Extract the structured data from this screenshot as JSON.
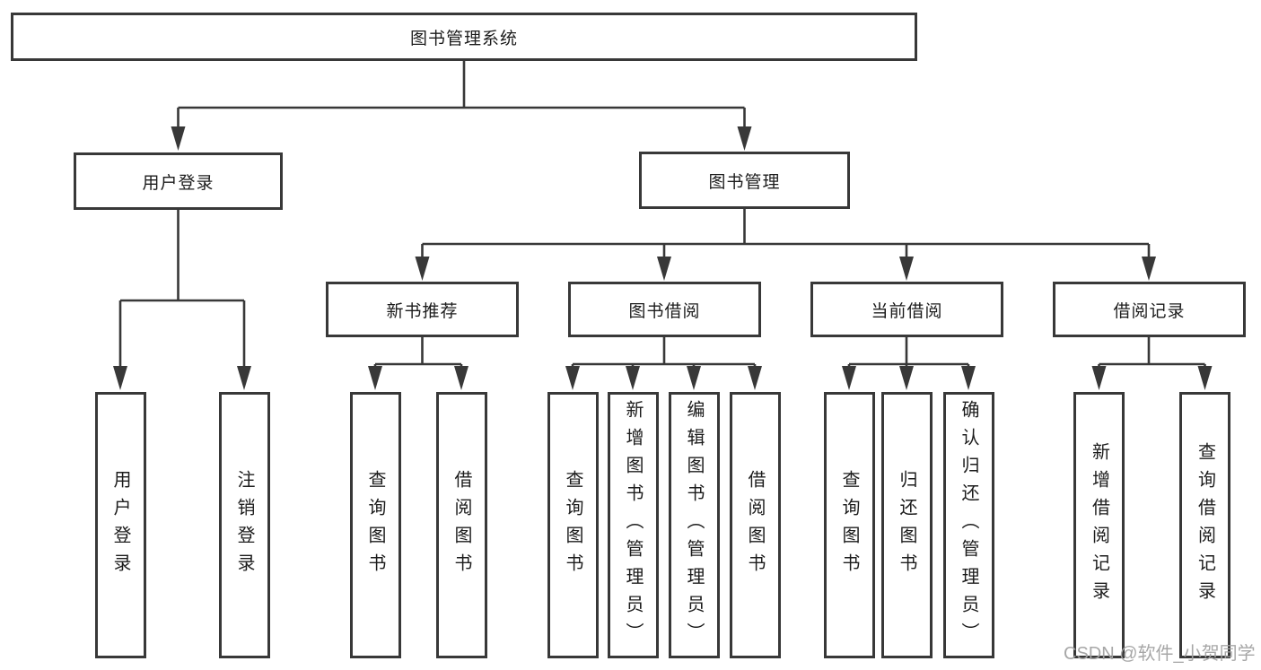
{
  "nodes": {
    "root": "图书管理系统",
    "user_login": "用户登录",
    "book_mgmt": "图书管理",
    "new_book_rec": "新书推荐",
    "book_borrow": "图书借阅",
    "current_borrow": "当前借阅",
    "borrow_record": "借阅记录",
    "leaf_user_login": "用户登录",
    "leaf_logout": "注销登录",
    "leaf_query_book_rec": "查询图书",
    "leaf_borrow_book_rec": "借阅图书",
    "leaf_query_book_borrow": "查询图书",
    "leaf_add_book_admin": "新增图书（管理员）",
    "leaf_edit_book_admin": "编辑图书（管理员）",
    "leaf_borrow_book_borrow": "借阅图书",
    "leaf_query_book_current": "查询图书",
    "leaf_return_book": "归还图书",
    "leaf_confirm_return_admin": "确认归还（管理员）",
    "leaf_add_borrow_record": "新增借阅记录",
    "leaf_query_borrow_record": "查询借阅记录"
  },
  "hierarchy": {
    "图书管理系统": {
      "用户登录": [
        "用户登录",
        "注销登录"
      ],
      "图书管理": {
        "新书推荐": [
          "查询图书",
          "借阅图书"
        ],
        "图书借阅": [
          "查询图书",
          "新增图书（管理员）",
          "编辑图书（管理员）",
          "借阅图书"
        ],
        "当前借阅": [
          "查询图书",
          "归还图书",
          "确认归还（管理员）"
        ],
        "借阅记录": [
          "新增借阅记录",
          "查询借阅记录"
        ]
      }
    }
  },
  "watermark": "CSDN @软件_小贺同学",
  "colors": {
    "line": "#383838",
    "box_border": "#383838",
    "box_fill": "#ffffff",
    "text": "#1c1c1c",
    "watermark": "#a3a3a3"
  }
}
